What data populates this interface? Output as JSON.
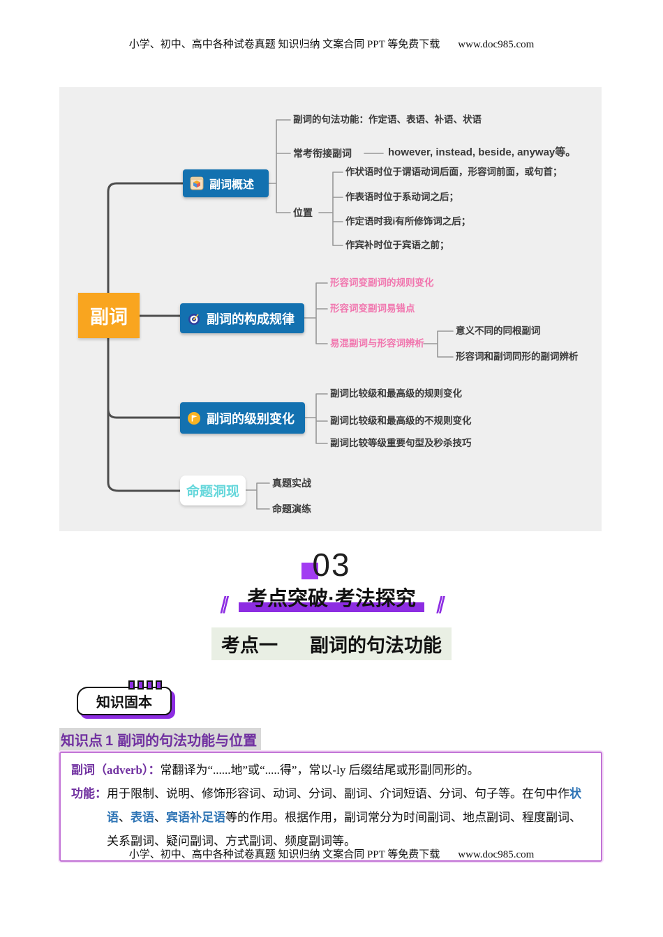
{
  "header": {
    "text": "小学、初中、高中各种试卷真题 知识归纳 文案合同 PPT 等免费下载",
    "url": "www.doc985.com"
  },
  "footer": {
    "text": "小学、初中、高中各种试卷真题 知识归纳 文案合同 PPT 等免费下载",
    "url": "www.doc985.com"
  },
  "mindmap": {
    "root": "副词",
    "branch1": {
      "title": "副词概述",
      "syntax_item": "副词的句法功能：作定语、表语、补语、状语",
      "conjunct_label": "常考衔接副词",
      "conjunct_value": "however, instead, beside, anyway等。",
      "position_label": "位置",
      "positions": [
        "作状语时位于谓语动词后面，形容词前面，或句首；",
        "作表语时位于系动词之后；",
        "作定语时我i有所修饰词之后；",
        "作宾补时位于宾语之前；"
      ]
    },
    "branch2": {
      "title": "副词的构成规律",
      "items": [
        "形容词变副词的规则变化",
        "形容词变副词易错点",
        "易混副词与形容词辨析"
      ],
      "subitems": [
        "意义不同的同根副词",
        "形容词和副词同形的副词辨析"
      ]
    },
    "branch3": {
      "title": "副词的级别变化",
      "items": [
        "副词比较级和最高级的规则变化",
        "副词比较级和最高级的不规则变化",
        "副词比较等级重要句型及秒杀技巧"
      ]
    },
    "branch4": {
      "title": "命题洞现",
      "items": [
        "真题实战",
        "命题演练"
      ]
    }
  },
  "section": {
    "number": "03",
    "title": "考点突破·考法探究",
    "slash": "∥",
    "exam_point_label": "考点一",
    "exam_point_title": "副词的句法功能"
  },
  "badge": {
    "label": "知识固本"
  },
  "knowledge_point": {
    "label": "知识点",
    "number": "1",
    "title": "副词的句法功能与位置"
  },
  "content_box": {
    "line1_label": "副词（adverb）：",
    "line1_text": "常翻译为“......地”或“.....得”，常以-ly 后缀结尾或形副同形的。",
    "line2_label": "功能：",
    "line2_t1": "用于限制、说明、修饰形容词、动词、分词、副词、介词短语、分词、句子等。在句中作",
    "line2_kw1": "状语",
    "line2_s1": "、",
    "line2_kw2": "表语",
    "line2_s2": "、",
    "line2_kw3": "宾语补足语",
    "line2_t2": "等的作用。根据作用，副词常分为时间副词、地点副词、程度副词、关系副词、疑问副词、方式副词、频度副词等。"
  },
  "colors": {
    "node_blue": "#1371B0",
    "root_yellow": "#F9A51F",
    "pink": "#F175AE",
    "cyan": "#66D7DB",
    "purple_accent": "#8D2DE2",
    "heading_purple": "#7030A0",
    "keyword_blue": "#2E74B5",
    "mindmap_bg": "#EFEFEF",
    "exam_point_bg": "#E9EFE4"
  }
}
